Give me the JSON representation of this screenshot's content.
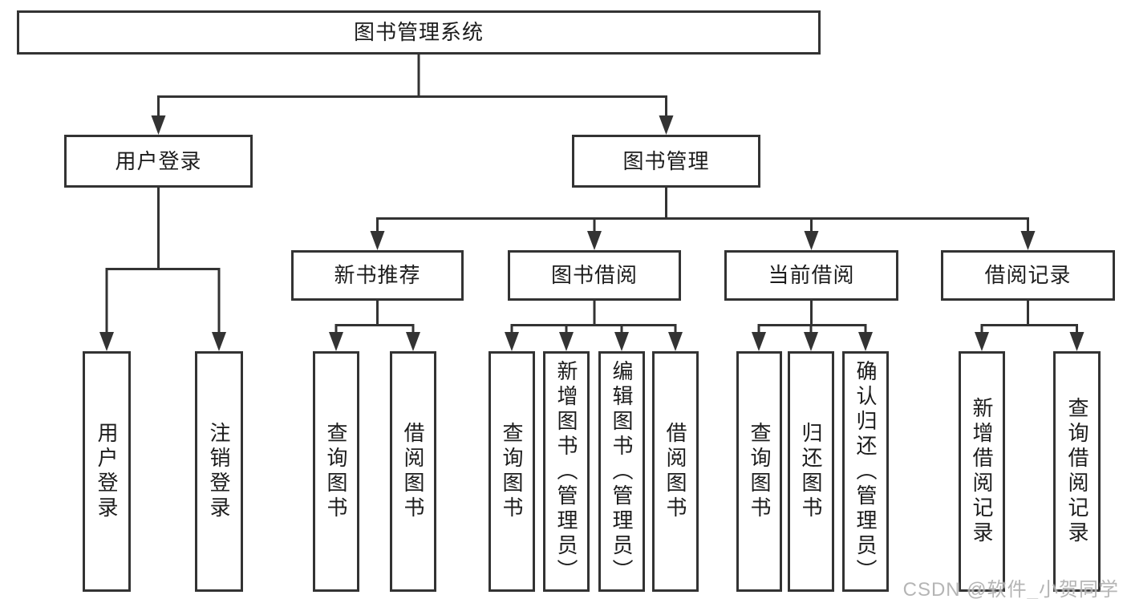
{
  "diagram": {
    "root": {
      "label": "图书管理系统",
      "children": [
        {
          "label": "用户登录",
          "children": [
            {
              "label": "用户登录"
            },
            {
              "label": "注销登录"
            }
          ]
        },
        {
          "label": "图书管理",
          "children": [
            {
              "label": "新书推荐",
              "children": [
                {
                  "label": "查询图书"
                },
                {
                  "label": "借阅图书"
                }
              ]
            },
            {
              "label": "图书借阅",
              "children": [
                {
                  "label": "查询图书"
                },
                {
                  "label": "新增图书（管理员）"
                },
                {
                  "label": "编辑图书（管理员）"
                },
                {
                  "label": "借阅图书"
                }
              ]
            },
            {
              "label": "当前借阅",
              "children": [
                {
                  "label": "查询图书"
                },
                {
                  "label": "归还图书"
                },
                {
                  "label": "确认归还（管理员）"
                }
              ]
            },
            {
              "label": "借阅记录",
              "children": [
                {
                  "label": "新增借阅记录"
                },
                {
                  "label": "查询借阅记录"
                }
              ]
            }
          ]
        }
      ]
    }
  },
  "watermark": "CSDN @软件_小贺同学",
  "colors": {
    "line": "#333333",
    "text": "#1c1c1c",
    "background": "#ffffff",
    "watermark": "#a8a8a8"
  }
}
